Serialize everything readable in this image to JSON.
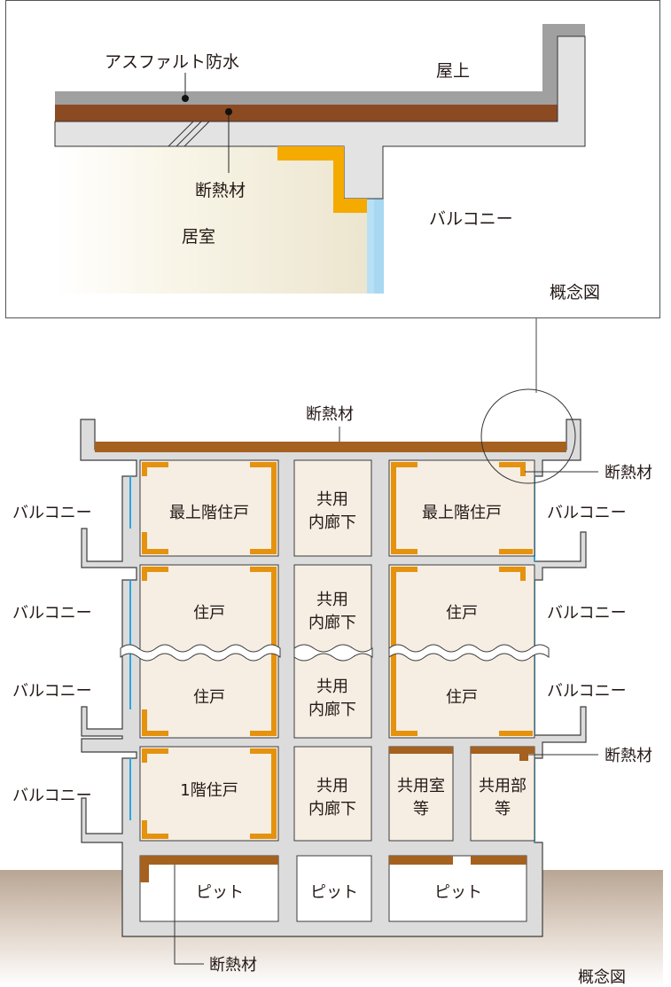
{
  "colors": {
    "concrete": "#dcdcdd",
    "concrete_outline": "#3c3c3c",
    "waterproof": "#a0a0a0",
    "insulation_brown": "#8b4a22",
    "insulation_brown_light": "#a4611f",
    "insulation_orange": "#e5920f",
    "insulation_orange_detail": "#f5aa00",
    "room_fill": "#f6eee3",
    "glass": "#2aa7dc",
    "glass_detail": "#a8d8f2",
    "ground_top": "#b9a898",
    "ground_bottom": "#ffffff",
    "text": "#231815"
  },
  "detail_view": {
    "label_asphalt": "アスファルト防水",
    "label_rooftop": "屋上",
    "label_insulation": "断熱材",
    "label_room": "居室",
    "label_balcony": "バルコニー",
    "caption": "概念図"
  },
  "section_view": {
    "roof_insulation_label": "断熱材",
    "right_insulation_label_top": "断熱材",
    "right_insulation_label_bottom": "断熱材",
    "pit_insulation_label": "断熱材",
    "caption": "概念図",
    "balconies_left": [
      "バルコニー",
      "バルコニー",
      "バルコニー",
      "バルコニー"
    ],
    "balconies_right": [
      "バルコニー",
      "バルコニー",
      "バルコニー"
    ],
    "rooms": {
      "top_left": "最上階住戸",
      "top_right": "最上階住戸",
      "mid_left_upper": "住戸",
      "mid_right_upper": "住戸",
      "mid_left_lower": "住戸",
      "mid_right_lower": "住戸",
      "ground_left": "1階住戸",
      "corridor_line1": "共用",
      "corridor_line2": "内廊下",
      "shared_room_line1": "共用室",
      "shared_room_line2": "等",
      "shared_area_line1": "共用部",
      "shared_area_line2": "等",
      "pit_left": "ピット",
      "pit_center": "ピット",
      "pit_right": "ピット"
    }
  }
}
